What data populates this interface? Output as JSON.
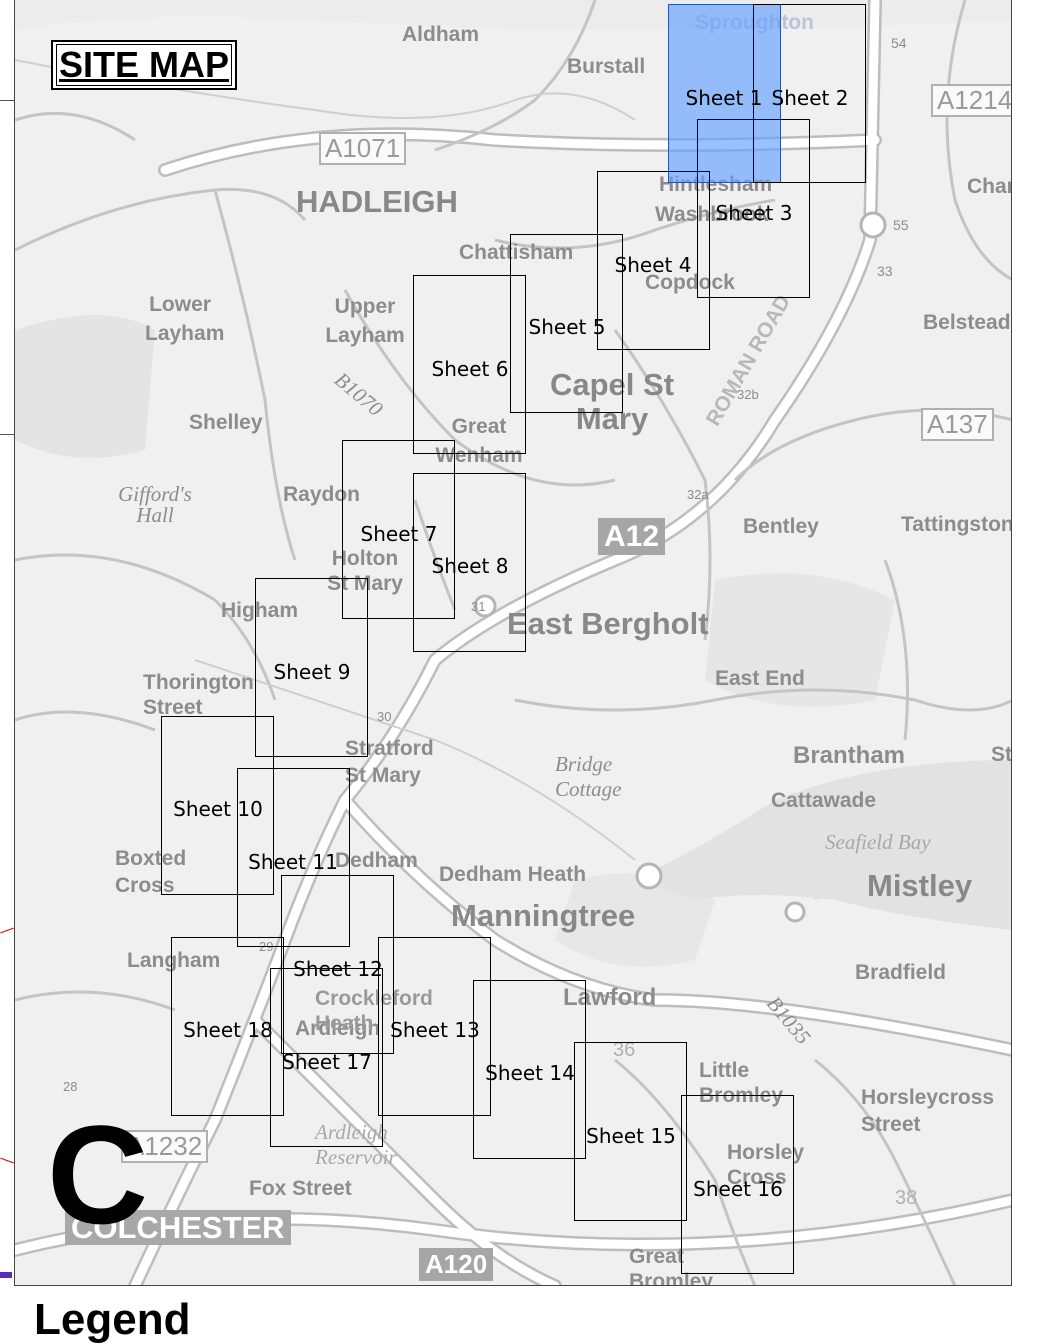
{
  "title": "SITE MAP",
  "big_letter": "C",
  "legend_heading": "Legend",
  "highlight_color": "#64a0ff",
  "sheets": [
    {
      "label": "Sheet 1",
      "highlighted": true
    },
    {
      "label": "Sheet 2",
      "highlighted": false
    },
    {
      "label": "Sheet 3",
      "highlighted": false
    },
    {
      "label": "Sheet 4",
      "highlighted": false
    },
    {
      "label": "Sheet 5",
      "highlighted": false
    },
    {
      "label": "Sheet 6",
      "highlighted": false
    },
    {
      "label": "Sheet 7",
      "highlighted": false
    },
    {
      "label": "Sheet 8",
      "highlighted": false
    },
    {
      "label": "Sheet 9",
      "highlighted": false
    },
    {
      "label": "Sheet 10",
      "highlighted": false
    },
    {
      "label": "Sheet 11",
      "highlighted": false
    },
    {
      "label": "Sheet 12",
      "highlighted": false
    },
    {
      "label": "Sheet 13",
      "highlighted": false
    },
    {
      "label": "Sheet 14",
      "highlighted": false
    },
    {
      "label": "Sheet 15",
      "highlighted": false
    },
    {
      "label": "Sheet 16",
      "highlighted": false
    },
    {
      "label": "Sheet 17",
      "highlighted": false
    },
    {
      "label": "Sheet 18",
      "highlighted": false
    }
  ],
  "places": [
    "Aldham",
    "Burstall",
    "Sproughton",
    "HADLEIGH",
    "Chattisham",
    "Hintlesham",
    "Washbrook",
    "Copdock",
    "Lower Layham",
    "Upper Layham",
    "Capel St Mary",
    "Great Wenham",
    "Shelley",
    "Raydon",
    "Gifford's Hall",
    "Holton St Mary",
    "Bentley",
    "Tattingstone",
    "Higham",
    "East Bergholt",
    "East End",
    "Thorington Street",
    "Stratford St Mary",
    "Bridge Cottage",
    "Brantham",
    "Cattawade",
    "Seafield Bay",
    "Mistley",
    "Boxted Cross",
    "Dedham",
    "Dedham Heath",
    "Manningtree",
    "Langham",
    "Lawford",
    "Bradfield",
    "Ardleigh",
    "Ardleigh Reservoir",
    "Crockleford Heath",
    "Little Bromley",
    "Horsley Cross",
    "Horsleycross Street",
    "Fox Street",
    "COLCHESTER",
    "Great Bromley",
    "Belstead",
    "Chantry",
    "St Osyth"
  ],
  "roads": [
    "A1071",
    "A12",
    "A137",
    "A120",
    "A1214",
    "B1070",
    "B1035",
    "A1232",
    "ROMAN ROAD"
  ],
  "junctions": [
    "54",
    "55",
    "33",
    "32b",
    "32a",
    "31",
    "30",
    "29",
    "28",
    "36",
    "38"
  ]
}
